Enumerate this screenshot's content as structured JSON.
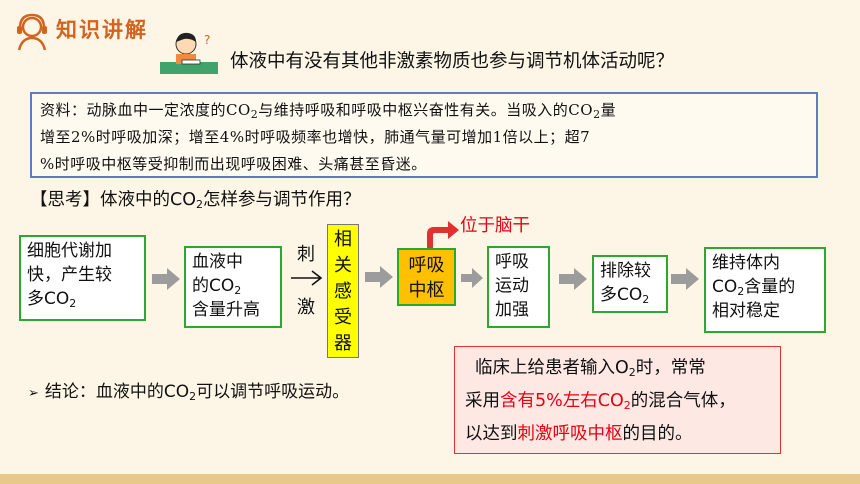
{
  "header": {
    "title": "知识讲解"
  },
  "question": "体液中有没有其他非激素物质也参与调节机体活动呢？",
  "material": {
    "line1_a": "资料：动脉血中一定浓度的CO",
    "line1_b": "与维持呼吸和呼吸中枢兴奋性有关。当吸入的CO",
    "line1_c": "量",
    "line2": "增至2%时呼吸加深；增至4%时呼吸频率也增快，肺通气量可增加1倍以上；超7",
    "line3": "%时呼吸中枢等受抑制而出现呼吸困难、头痛甚至昏迷。"
  },
  "think": {
    "prefix": "【思考】体液中的CO",
    "suffix": "怎样参与调节作用？"
  },
  "sub2": "2",
  "flow": {
    "box1": {
      "l1": "细胞代谢加",
      "l2": "快，产生较",
      "l3": "多CO"
    },
    "box2": {
      "l1": "血液中",
      "l2": "的CO",
      "l3": "含量升高"
    },
    "stim1": "刺",
    "stim2": "激",
    "receptor": [
      "相",
      "关",
      "感",
      "受",
      "器"
    ],
    "center": {
      "l1": "呼吸",
      "l2": "中枢"
    },
    "brainstem": "位于脑干",
    "box4": {
      "l1": "呼吸",
      "l2": "运动",
      "l3": "加强"
    },
    "box5": {
      "l1": "排除较",
      "l2": "多CO"
    },
    "box6": {
      "l1": "维持体内",
      "l2a": "CO",
      "l2b": "含量的",
      "l3": "相对稳定"
    }
  },
  "conclusion": {
    "bullet": "➢",
    "prefix": "结论：血液中的CO",
    "suffix": "可以调节呼吸运动。"
  },
  "clinic": {
    "l1a": "临床上给患者输入O",
    "l1b": "时，常常",
    "l2a": "采用",
    "l2red": "含有5%左右CO",
    "l2b": "的混合气体，",
    "l3a": "以达到",
    "l3red": "刺激呼吸中枢",
    "l3b": "的目的。"
  },
  "colors": {
    "accent": "#d26420",
    "border_blue": "#5a7ec0",
    "box_green": "#2aa830",
    "receptor_yellow": "#ffff00",
    "center_orange": "#ffc000",
    "red": "#e60012"
  }
}
